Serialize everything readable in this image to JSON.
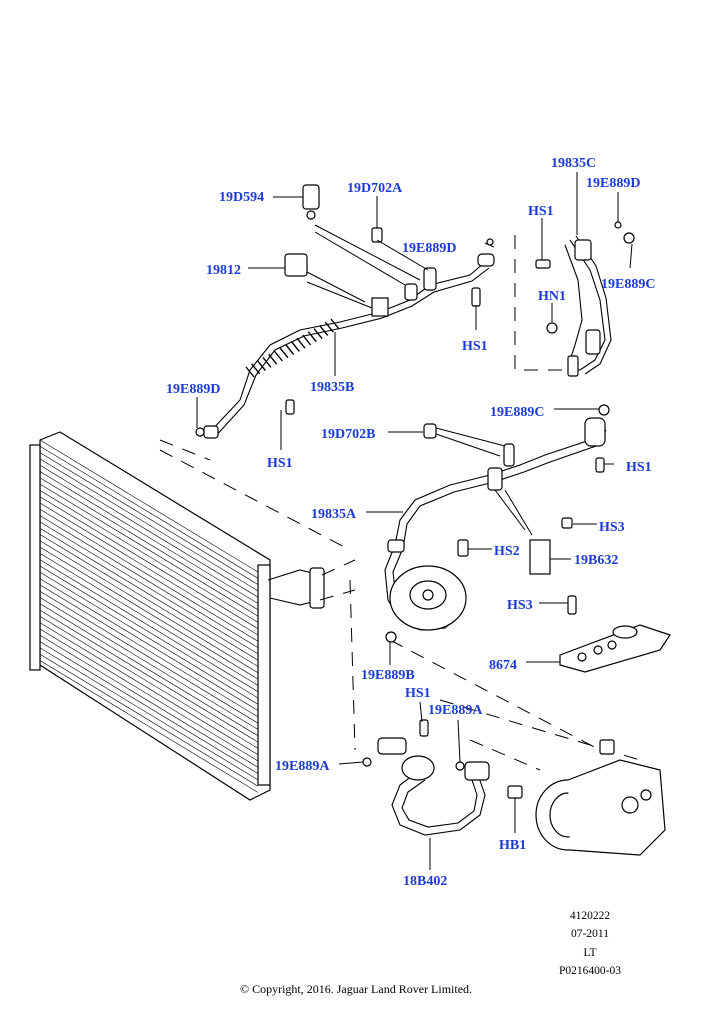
{
  "callouts": {
    "c_19835C": "19835C",
    "c_19E889D_top": "19E889D",
    "c_19D594": "19D594",
    "c_19D702A": "19D702A",
    "c_HS1_a": "HS1",
    "c_19E889D_mid": "19E889D",
    "c_19812": "19812",
    "c_19E889C_right": "19E889C",
    "c_HN1": "HN1",
    "c_HS1_b": "HS1",
    "c_19835B": "19835B",
    "c_19E889D_left": "19E889D",
    "c_19E889C_mid": "19E889C",
    "c_19D702B": "19D702B",
    "c_HS1_c": "HS1",
    "c_HS1_d": "HS1",
    "c_19835A": "19835A",
    "c_HS3_a": "HS3",
    "c_HS2": "HS2",
    "c_19B632": "19B632",
    "c_HS3_b": "HS3",
    "c_8674": "8674",
    "c_19E889B": "19E889B",
    "c_HS1_e": "HS1",
    "c_19E889A_top": "19E889A",
    "c_19E889A_left": "19E889A",
    "c_HB1": "HB1",
    "c_18B402": "18B402"
  },
  "meta": {
    "ref": "4120222",
    "date": "07-2011",
    "code": "LT",
    "illustration": "P0216400-03"
  },
  "footer": {
    "copyright": "© Copyright, 2016. Jaguar Land Rover Limited."
  }
}
